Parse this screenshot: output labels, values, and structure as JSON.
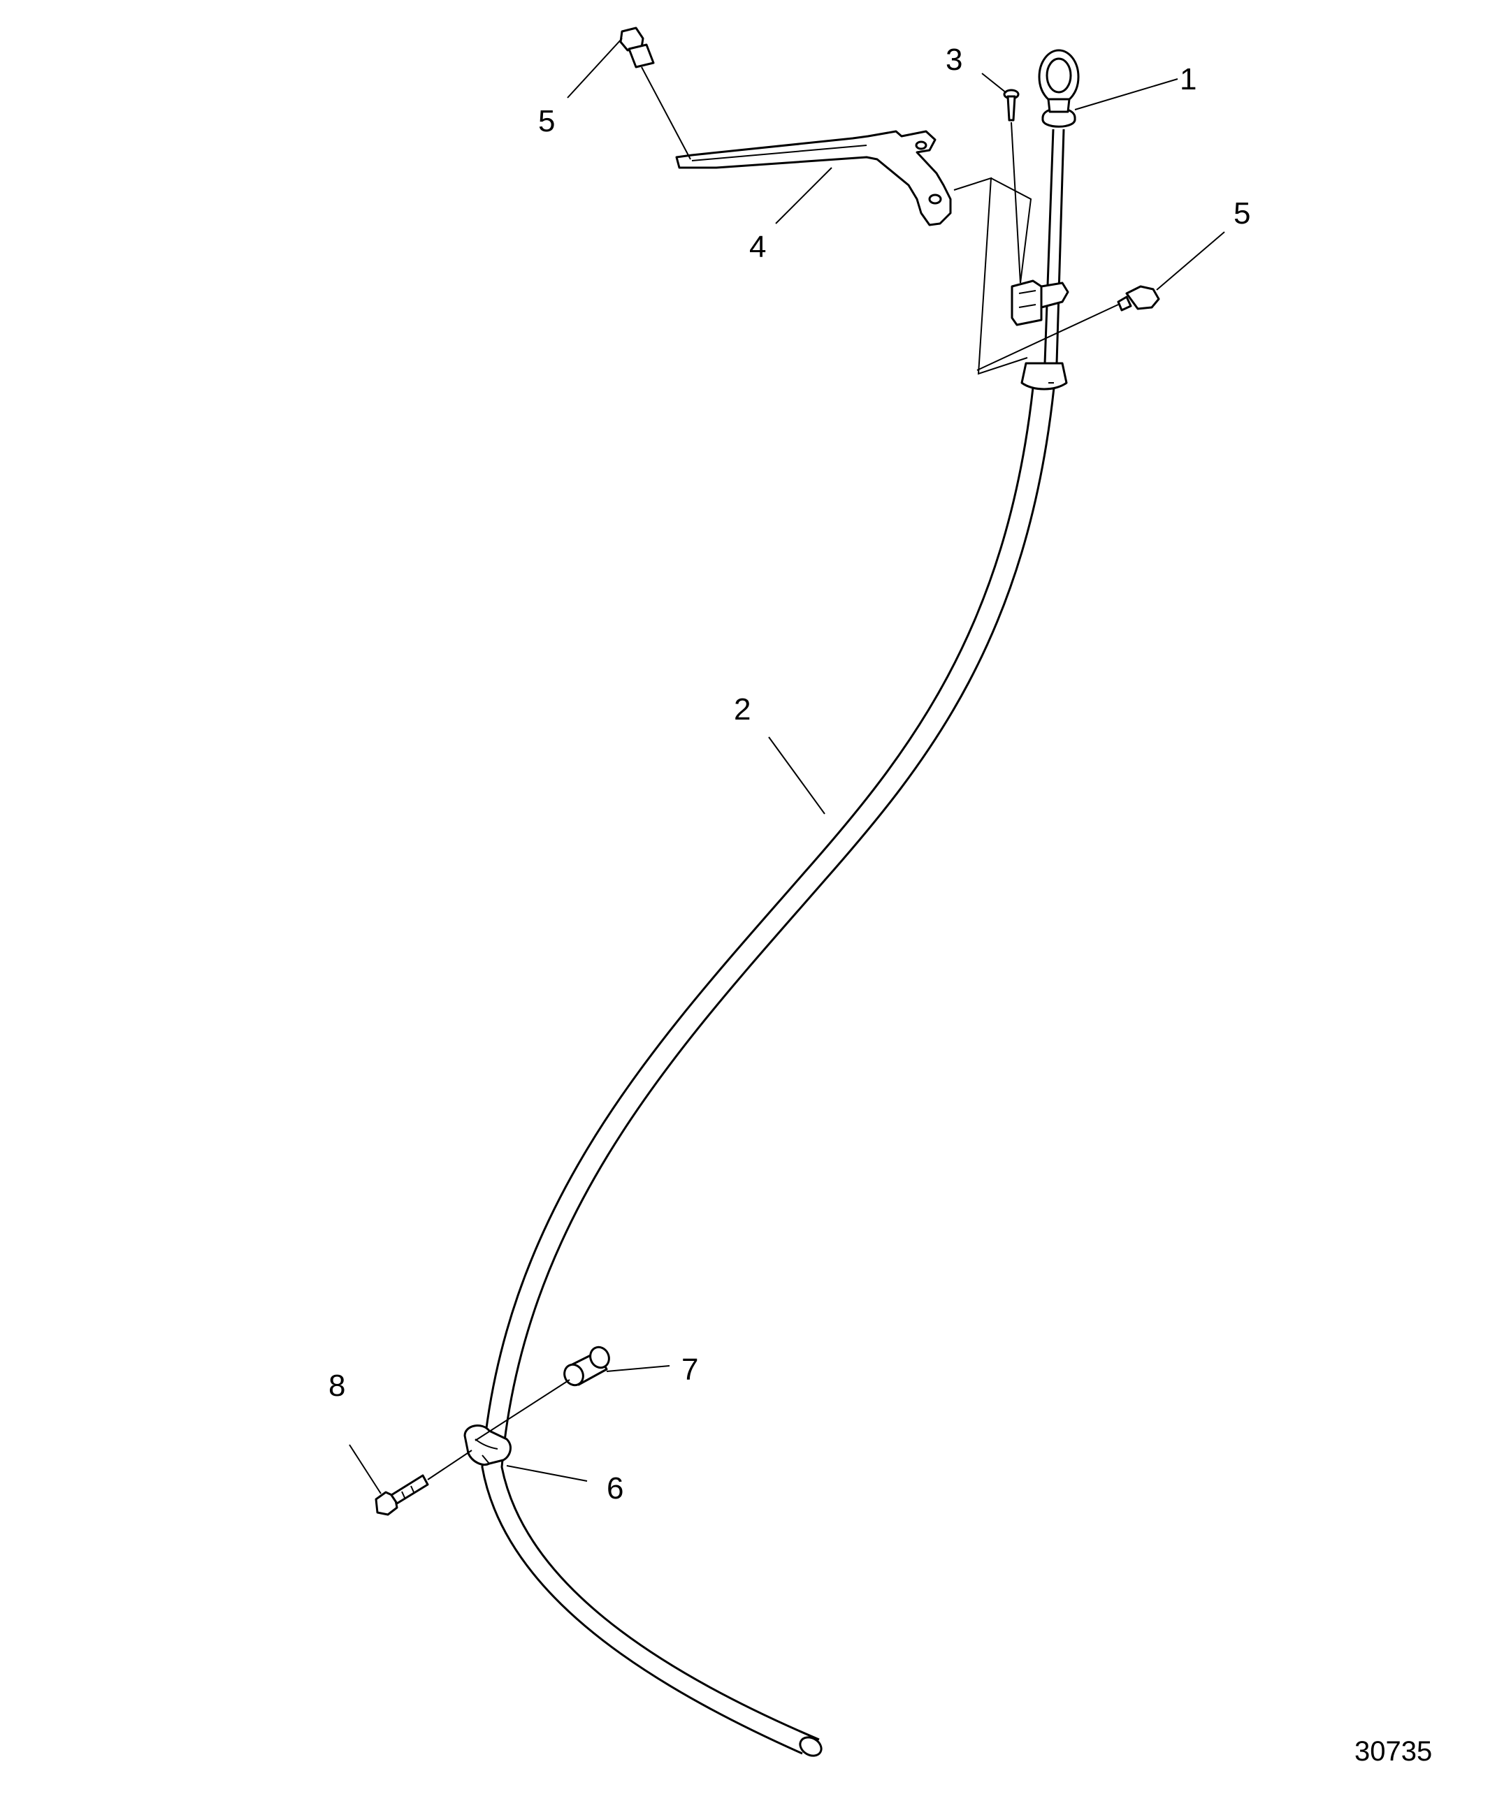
{
  "diagram": {
    "drawing_number": "30735",
    "callouts": [
      {
        "id": "callout-1",
        "label": "1"
      },
      {
        "id": "callout-2",
        "label": "2"
      },
      {
        "id": "callout-3",
        "label": "3"
      },
      {
        "id": "callout-4",
        "label": "4"
      },
      {
        "id": "callout-5a",
        "label": "5"
      },
      {
        "id": "callout-5b",
        "label": "5"
      },
      {
        "id": "callout-6",
        "label": "6"
      },
      {
        "id": "callout-7",
        "label": "7"
      },
      {
        "id": "callout-8",
        "label": "8"
      }
    ]
  }
}
